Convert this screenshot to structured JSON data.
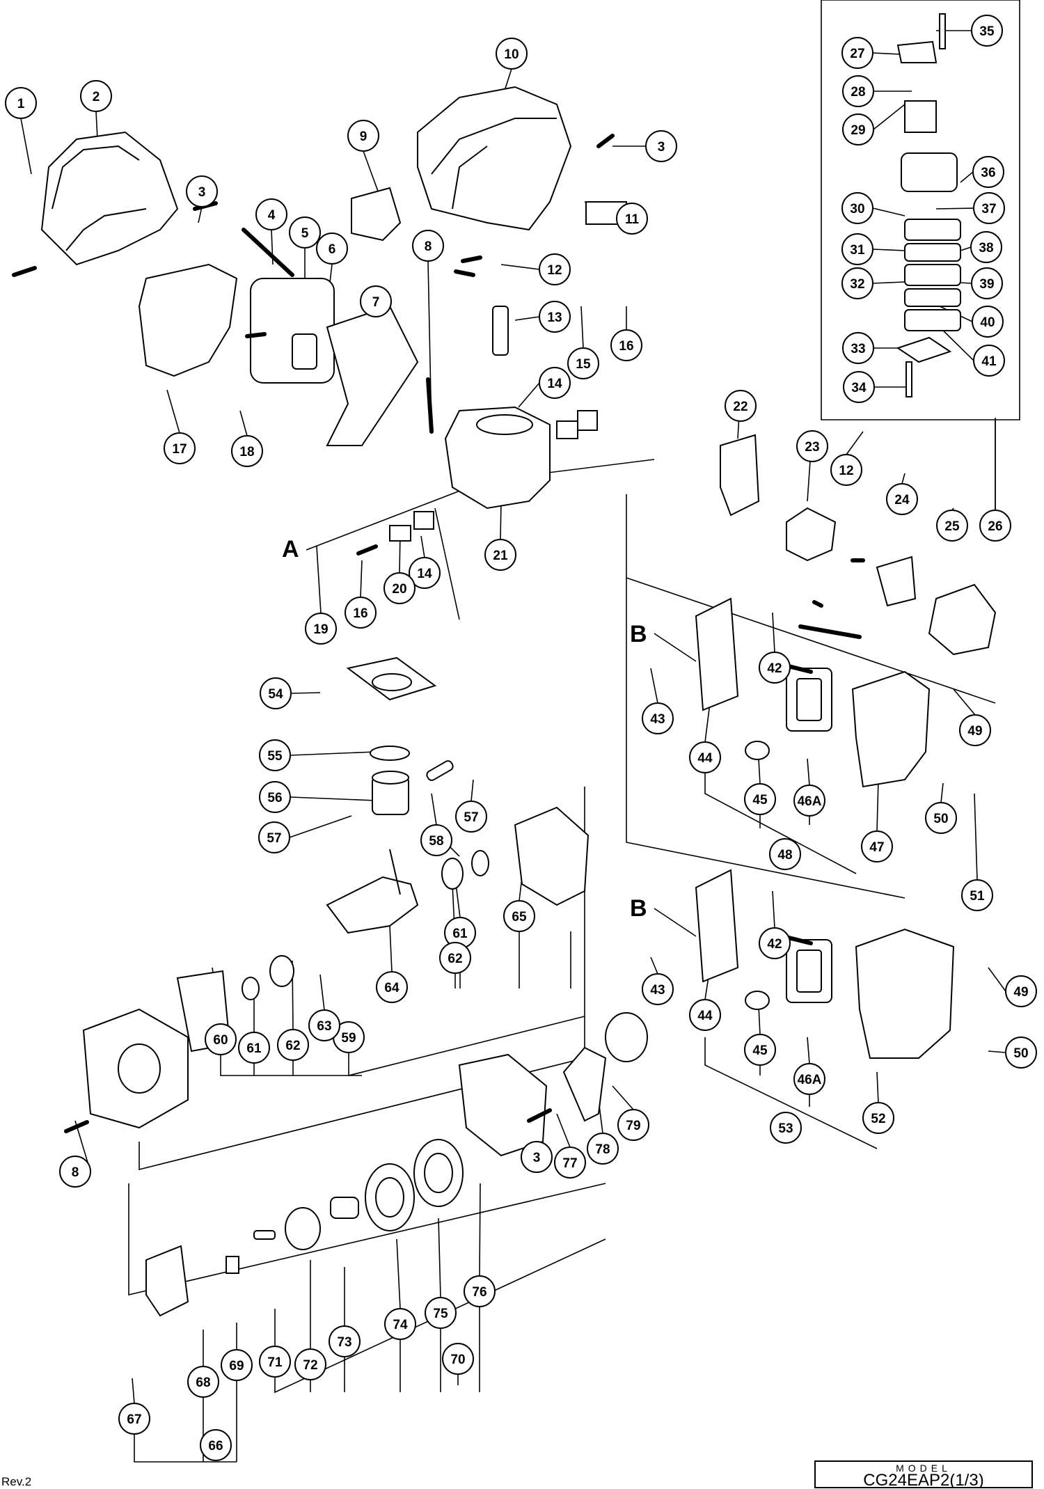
{
  "model": {
    "header": "MODEL",
    "value": "CG24EAP2(1/3)"
  },
  "revision": "Rev.2",
  "section_markers": [
    "A",
    "B",
    "B"
  ],
  "callouts": [
    "1",
    "2",
    "3",
    "3",
    "3",
    "4",
    "5",
    "6",
    "7",
    "8",
    "8",
    "9",
    "10",
    "11",
    "12",
    "12",
    "13",
    "14",
    "14",
    "15",
    "16",
    "16",
    "17",
    "18",
    "19",
    "20",
    "21",
    "22",
    "23",
    "24",
    "25",
    "26",
    "27",
    "28",
    "29",
    "30",
    "31",
    "32",
    "33",
    "34",
    "35",
    "36",
    "37",
    "38",
    "39",
    "40",
    "41",
    "42",
    "42",
    "43",
    "43",
    "44",
    "44",
    "45",
    "45",
    "46A",
    "46A",
    "47",
    "48",
    "49",
    "49",
    "50",
    "50",
    "51",
    "52",
    "53",
    "54",
    "55",
    "56",
    "57",
    "57",
    "58",
    "59",
    "60",
    "61",
    "61",
    "62",
    "62",
    "63",
    "64",
    "65",
    "66",
    "67",
    "68",
    "69",
    "70",
    "71",
    "72",
    "73",
    "74",
    "75",
    "76",
    "77",
    "78",
    "79"
  ]
}
